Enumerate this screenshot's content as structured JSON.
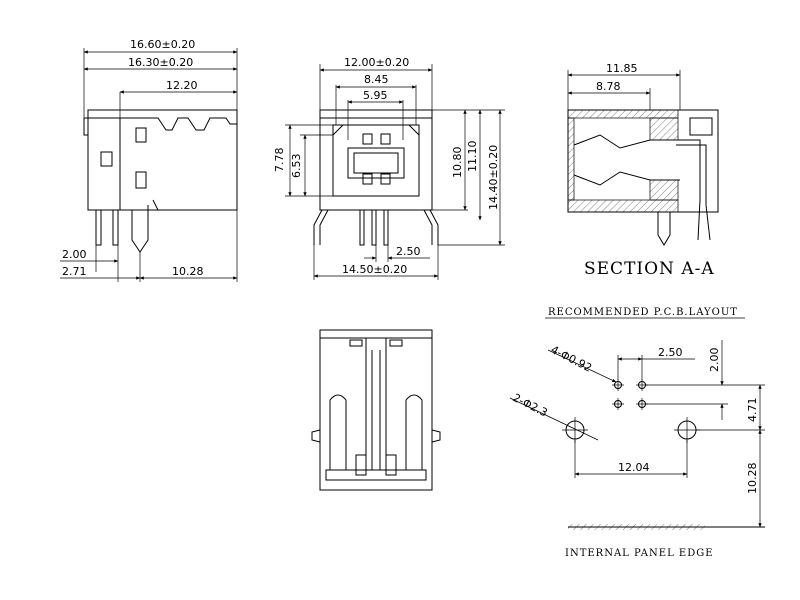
{
  "side_view": {
    "overall_length": "16.60±0.20",
    "body_length": "16.30±0.20",
    "top_length": "12.20",
    "pin_spacing": "2.00",
    "pin_offset": "2.71",
    "post_to_edge": "10.28"
  },
  "front_view": {
    "width_top": "12.00±0.20",
    "opening_outer": "8.45",
    "opening_inner": "5.95",
    "height_opening_outer": "7.78",
    "height_opening_inner": "6.53",
    "height_body": "10.80",
    "height_total": "11.10",
    "height_overall": "14.40±0.20",
    "pin_pitch": "2.50",
    "width_bottom": "14.50±0.20"
  },
  "section_view": {
    "dim_outer": "11.85",
    "dim_inner": "8.78",
    "title": "SECTION A-A"
  },
  "pcb_layout": {
    "title": "RECOMMENDED P.C.B.LAYOUT",
    "pin_holes": "4-Φ0.92",
    "post_holes": "2-Φ2.3",
    "pitch_x": "2.50",
    "pitch_y": "2.00",
    "post_spacing": "12.04",
    "row_to_post": "4.71",
    "post_to_edge": "10.28",
    "edge_label": "INTERNAL PANEL EDGE"
  }
}
